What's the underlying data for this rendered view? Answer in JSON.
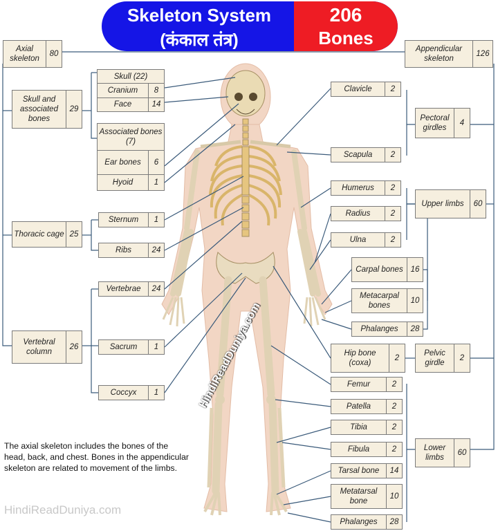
{
  "header": {
    "title": "Skeleton System",
    "subtitle": "(कंकाल तंत्र)",
    "count": "206",
    "count_label": "Bones",
    "colors": {
      "blue": "#1515e6",
      "red": "#ee1c24"
    }
  },
  "axial": {
    "label": "Axial skeleton",
    "count": "80"
  },
  "appendicular": {
    "label": "Appendicular skeleton",
    "count": "126"
  },
  "skull_group": {
    "label": "Skull and associated bones",
    "count": "29"
  },
  "skull": {
    "label": "Skull (22)",
    "cranium": "Cranium",
    "cranium_n": "8",
    "face": "Face",
    "face_n": "14"
  },
  "associated": {
    "label": "Associated bones (7)",
    "ear": "Ear bones",
    "ear_n": "6",
    "hyoid": "Hyoid",
    "hyoid_n": "1"
  },
  "thoracic": {
    "label": "Thoracic cage",
    "count": "25",
    "sternum": "Sternum",
    "sternum_n": "1",
    "ribs": "Ribs",
    "ribs_n": "24"
  },
  "vertebral": {
    "label": "Vertebral column",
    "count": "26",
    "vertebrae": "Vertebrae",
    "vertebrae_n": "24",
    "sacrum": "Sacrum",
    "sacrum_n": "1",
    "coccyx": "Coccyx",
    "coccyx_n": "1"
  },
  "pectoral": {
    "label": "Pectoral girdles",
    "count": "4",
    "clavicle": "Clavicle",
    "clavicle_n": "2",
    "scapula": "Scapula",
    "scapula_n": "2"
  },
  "upper": {
    "label": "Upper limbs",
    "count": "60",
    "humerus": "Humerus",
    "humerus_n": "2",
    "radius": "Radius",
    "radius_n": "2",
    "ulna": "Ulna",
    "ulna_n": "2",
    "carpal": "Carpal bones",
    "carpal_n": "16",
    "metacarpal": "Metacarpal bones",
    "metacarpal_n": "10",
    "phalanges": "Phalanges",
    "phalanges_n": "28"
  },
  "pelvic": {
    "label": "Pelvic girdle",
    "count": "2",
    "hip": "Hip bone (coxa)",
    "hip_n": "2"
  },
  "lower": {
    "label": "Lower limbs",
    "count": "60",
    "femur": "Femur",
    "femur_n": "2",
    "patella": "Patella",
    "patella_n": "2",
    "tibia": "Tibia",
    "tibia_n": "2",
    "fibula": "Fibula",
    "fibula_n": "2",
    "tarsal": "Tarsal bone",
    "tarsal_n": "14",
    "metatarsal": "Metatarsal bone",
    "metatarsal_n": "10",
    "phalanges": "Phalanges",
    "phalanges_n": "28"
  },
  "note": "The axial skeleton includes the bones of the head, back, and chest. Bones in the appendicular skeleton are related to movement of the limbs.",
  "watermark": "HindiReadDuniya.com",
  "watermark_diag": "HindiReadDuniya.com"
}
